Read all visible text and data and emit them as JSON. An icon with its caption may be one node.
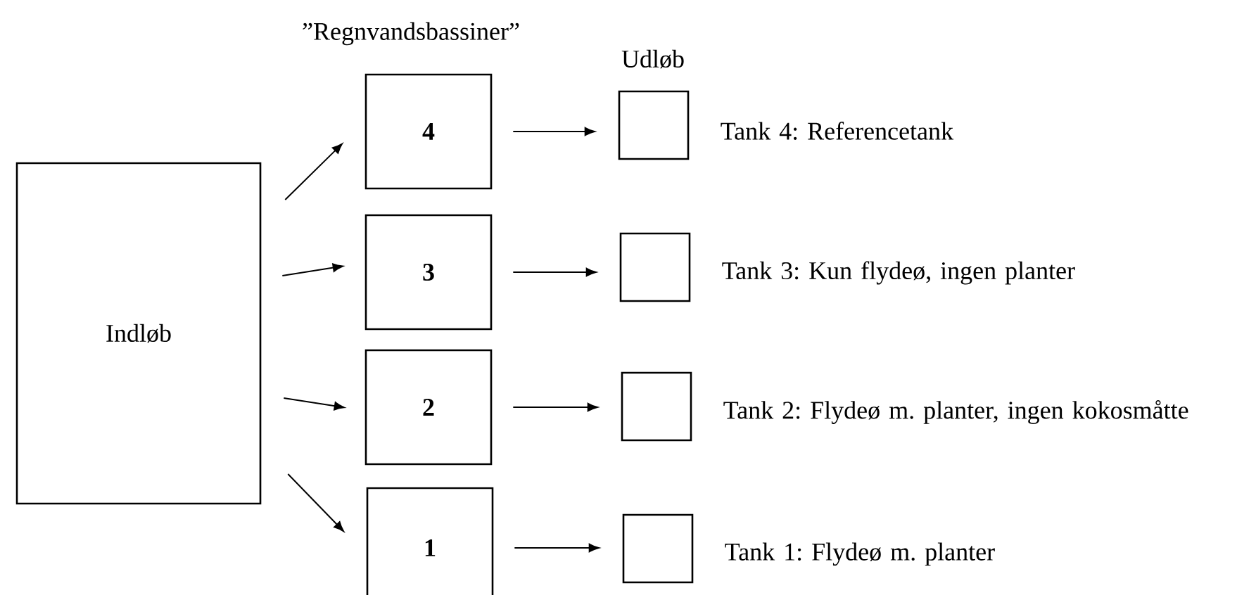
{
  "diagram": {
    "nodes": [
      {
        "text": [
          "Indløb"
        ]
      },
      {
        "text": [
          "4"
        ]
      },
      {
        "text": [],
        "shape": "box",
        "beside": [
          "Tank 4: Referencetank"
        ]
      },
      {
        "text": [
          "3"
        ]
      },
      {
        "text": [],
        "shape": "box",
        "beside": [
          "Tank 3: Kun flydeø, ingen planter"
        ]
      },
      {
        "text": [
          "2"
        ]
      },
      {
        "text": [],
        "shape": "box",
        "beside": [
          "Tank 2: Flydeø m. planter, ingen kokosmåtte"
        ]
      },
      {
        "text": [
          "1"
        ]
      },
      {
        "text": [],
        "shape": "box",
        "beside": [
          "Tank 1: Flydeø m. planter"
        ]
      }
    ],
    "edges": [
      {
        "from": 0,
        "to": 1,
        "arrow": "to"
      },
      {
        "from": 0,
        "to": 3,
        "arrow": "to"
      },
      {
        "from": 0,
        "to": 5,
        "arrow": "to"
      },
      {
        "from": 0,
        "to": 7,
        "arrow": "to"
      },
      {
        "from": 1,
        "to": 2,
        "arrow": "to"
      },
      {
        "from": 3,
        "to": 4,
        "arrow": "to"
      },
      {
        "from": 5,
        "to": 6,
        "arrow": "to"
      },
      {
        "from": 7,
        "to": 8,
        "arrow": "to"
      }
    ],
    "labels": [
      "”Regnvandsbassiner”",
      "Udløb"
    ]
  }
}
